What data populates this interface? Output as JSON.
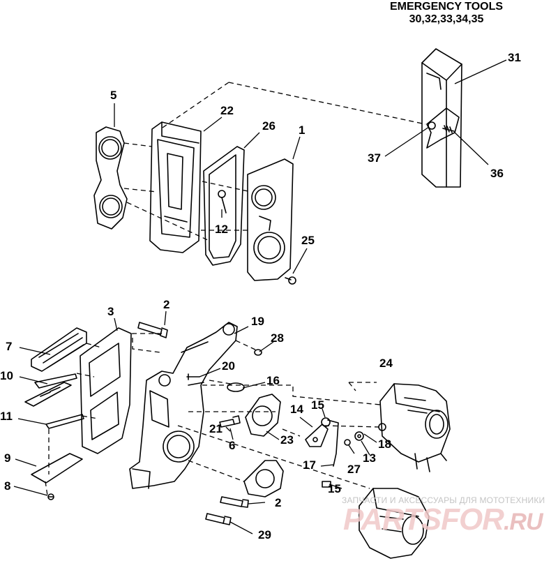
{
  "header": {
    "title": "EMERGENCY TOOLS",
    "refs": "30,32,33,34,35"
  },
  "callouts": {
    "c1": "1",
    "c2a": "2",
    "c2b": "2",
    "c3": "3",
    "c5": "5",
    "c6": "6",
    "c7": "7",
    "c8": "8",
    "c9": "9",
    "c10": "10",
    "c11": "11",
    "c12": "12",
    "c13": "13",
    "c14": "14",
    "c15a": "15",
    "c15b": "15",
    "c16": "16",
    "c17": "17",
    "c18": "18",
    "c19": "19",
    "c20": "20",
    "c21": "21",
    "c22": "22",
    "c23": "23",
    "c24": "24",
    "c25": "25",
    "c26": "26",
    "c27": "27",
    "c28": "28",
    "c29": "29",
    "c31": "31",
    "c36": "36",
    "c37": "37"
  },
  "watermark": {
    "caption": "ЗАПЧАСТИ И АКСЕССУАРЫ ДЛЯ МОТОТЕХНИКИ",
    "brand": "PARTSFOR",
    "domain": ".RU"
  }
}
